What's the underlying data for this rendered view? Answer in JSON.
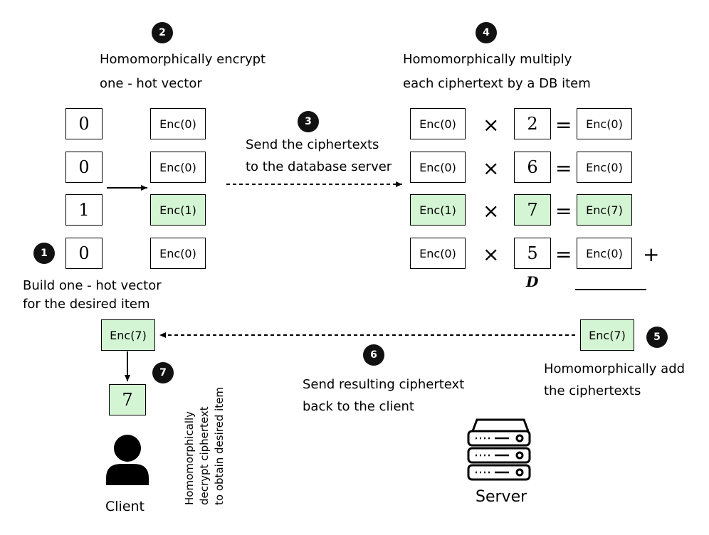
{
  "steps": {
    "s1": {
      "num": "1",
      "line1": "Build one - hot vector",
      "line2": "for the desired item"
    },
    "s2": {
      "num": "2",
      "line1": "Homomorphically encrypt",
      "line2": "one - hot vector"
    },
    "s3": {
      "num": "3",
      "line1": "Send the ciphertexts",
      "line2": "to the database server"
    },
    "s4": {
      "num": "4",
      "line1": "Homomorphically multiply",
      "line2": "each ciphertext by a DB item"
    },
    "s5": {
      "num": "5",
      "line1": "Homomorphically add",
      "line2": "the ciphertexts"
    },
    "s6": {
      "num": "6",
      "line1": "Send resulting ciphertext",
      "line2": "back to the client"
    },
    "s7": {
      "num": "7",
      "line1": "Homomorphically",
      "line2": "decrypt ciphertext",
      "line3": "to obtain desired item"
    }
  },
  "vector": [
    "0",
    "0",
    "1",
    "0"
  ],
  "encrypted": [
    "Enc(0)",
    "Enc(0)",
    "Enc(1)",
    "Enc(0)"
  ],
  "db_items": [
    "2",
    "6",
    "7",
    "5"
  ],
  "products": [
    "Enc(0)",
    "Enc(0)",
    "Enc(7)",
    "Enc(0)"
  ],
  "ops": {
    "times": "×",
    "equals": "=",
    "plus": "+"
  },
  "db_label": "D",
  "sum_result": "Enc(7)",
  "client_ciphertext": "Enc(7)",
  "decrypted": "7",
  "client_label": "Client",
  "server_label": "Server",
  "colors": {
    "highlight": "#d4f5d4",
    "badge": "#111111"
  }
}
